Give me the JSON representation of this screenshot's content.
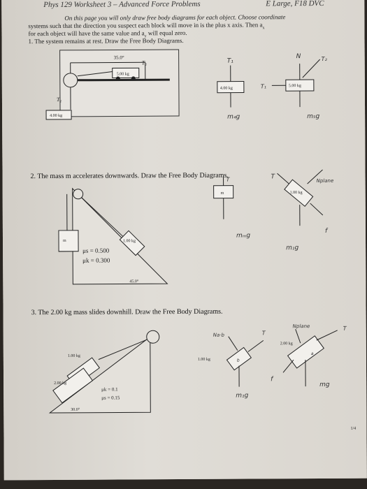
{
  "header": {
    "left": "Phys 129 Worksheet 3 – Advanced Force Problems",
    "right": "E Large, F18 DVC"
  },
  "intro": [
    "On this page you will only draw free body diagrams for each object.  Choose coordinate",
    "systems such that the direction you suspect each block will move in is the plus x axis.  Then a",
    "for each object will have the same value and a",
    " will equal zero."
  ],
  "intro_sub": {
    "ax": "x",
    "ay": "y"
  },
  "problem1": {
    "text": "1.  The system remains at rest.  Draw the Free Body Diagrams.",
    "angle": "35.0°",
    "t2": "T₂",
    "t1": "T₁",
    "mass_cart": "5.00 kg",
    "mass_hang": "4.00 kg",
    "hand": {
      "T1": "T₁",
      "mass4": "4.00 kg",
      "m4g": "m₄g",
      "N": "N",
      "T2": "T₂",
      "T1b": "T₁",
      "mass5": "5.00 kg",
      "m5g": "m₅g"
    }
  },
  "problem2": {
    "text": "2.  The mass m accelerates downwards.  Draw the Free Body Diagrams.",
    "m": "m",
    "mass": "1.00 kg",
    "mus": "μs = 0.500",
    "muk": "μk = 0.300",
    "angle": "45.0°",
    "hand": {
      "T": "T",
      "m": "m",
      "mmg": "mₘg",
      "T2": "T",
      "Nplane": "Nplane",
      "mass": "1.00 kg",
      "m1g": "m₁g",
      "f": "f"
    }
  },
  "problem3": {
    "text": "3.  The 2.00 kg mass slides downhill.  Draw the Free Body Diagrams.",
    "mass1": "1.00 kg",
    "mass2": "2.00 kg",
    "muk": "μk = 0.1",
    "mus": "μs = 0.15",
    "angle": "30.0°",
    "hand": {
      "Nab": "Na·b",
      "T": "T",
      "mass1": "1.00 kg",
      "m1g": "m₁g",
      "Nplane": "Nplane",
      "T2": "T",
      "mass2": "2.00 kg",
      "f": "f",
      "mg": "mg",
      "a": "a",
      "b": "b"
    }
  },
  "page_number": "1/4"
}
